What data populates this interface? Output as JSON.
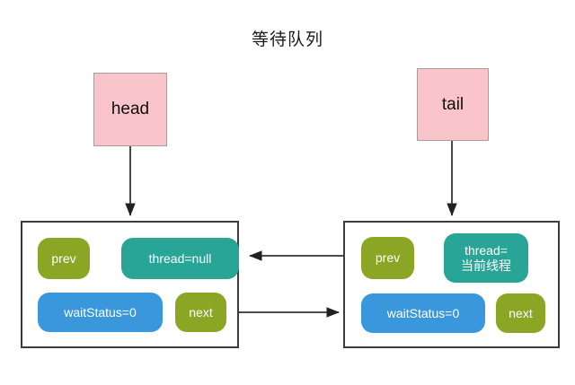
{
  "diagram": {
    "title": "等待队列",
    "background": "#ffffff",
    "palette": {
      "pointer_fill": "#f9c4ca",
      "pointer_border": "#a99b9d",
      "node_border": "#3c3c3c",
      "prev_next": "#8ba524",
      "thread": "#28a596",
      "wait_status": "#3b97db",
      "connector": "#333333"
    },
    "pointers": [
      {
        "id": "head",
        "label": "head"
      },
      {
        "id": "tail",
        "label": "tail"
      }
    ],
    "nodes": [
      {
        "id": "head-node",
        "fields": {
          "prev": "prev",
          "thread": "thread=null",
          "wait_status": "waitStatus=0",
          "next": "next"
        }
      },
      {
        "id": "tail-node",
        "fields": {
          "prev": "prev",
          "thread": "thread=\n当前线程",
          "wait_status": "waitStatus=0",
          "next": "next"
        }
      }
    ],
    "connectors": [
      {
        "id": "head-to-node",
        "from": "head",
        "to": "head-node",
        "direction": "down"
      },
      {
        "id": "tail-to-node",
        "from": "tail",
        "to": "tail-node",
        "direction": "down"
      },
      {
        "id": "tail-prev-to-head-node",
        "from": "tail-node.prev",
        "to": "head-node",
        "direction": "left"
      },
      {
        "id": "head-next-to-tail-node",
        "from": "head-node.next",
        "to": "tail-node",
        "direction": "right"
      }
    ]
  }
}
